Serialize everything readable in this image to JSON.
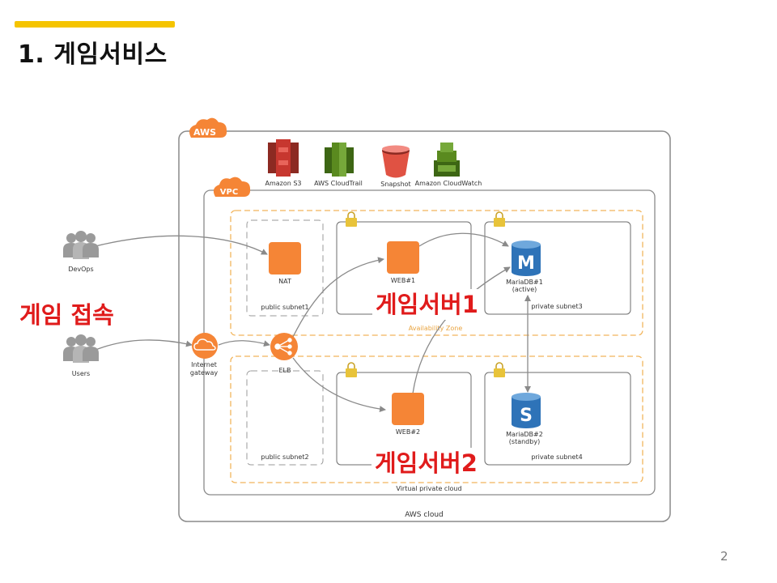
{
  "slide": {
    "title": "1. 게임서비스",
    "page_number": "2",
    "accent_color": "#f5c400"
  },
  "annotations": {
    "game_access": "게임 접속",
    "game_server_1": "게임서버1",
    "game_server_2": "게임서버2",
    "color": "#e01b1b"
  },
  "diagram": {
    "aws_badge": "AWS",
    "vpc_badge": "VPC",
    "aws_cloud_label": "AWS cloud",
    "vpc_label": "Virtual private cloud",
    "availability_zone_label": "Availability Zone",
    "services": [
      {
        "name": "Amazon S3",
        "icon": "s3-icon",
        "color": "#c7372f"
      },
      {
        "name": "AWS CloudTrail",
        "icon": "cloudtrail-icon",
        "color": "#5a8a1f"
      },
      {
        "name": "Snapshot",
        "icon": "bucket-icon",
        "color": "#e05243"
      },
      {
        "name": "Amazon CloudWatch",
        "icon": "cloudwatch-icon",
        "color": "#5a8a1f"
      }
    ],
    "actors": [
      {
        "name": "DevOps",
        "icon": "users-icon"
      },
      {
        "name": "Users",
        "icon": "users-icon"
      }
    ],
    "gateway": {
      "line1": "Internet",
      "line2": "gateway",
      "icon": "cloud-icon"
    },
    "elb": {
      "name": "ELB",
      "icon": "load-balancer-icon"
    },
    "nat": {
      "name": "NAT"
    },
    "web1": {
      "name": "WEB#1"
    },
    "web2": {
      "name": "WEB#2"
    },
    "db1": {
      "line1": "MariaDB#1",
      "line2": "(active)",
      "letter": "M"
    },
    "db2": {
      "line1": "MariaDB#2",
      "line2": "(standby)",
      "letter": "S"
    },
    "subnets": {
      "public1": "public subnet1",
      "public2": "public subnet2",
      "private3": "private subnet3",
      "private4": "private subnet4"
    },
    "colors": {
      "instance_orange": "#f58536",
      "az_border": "#f2b55c",
      "db_blue": "#2e73b8",
      "frame_gray": "#8a8a8a"
    }
  }
}
